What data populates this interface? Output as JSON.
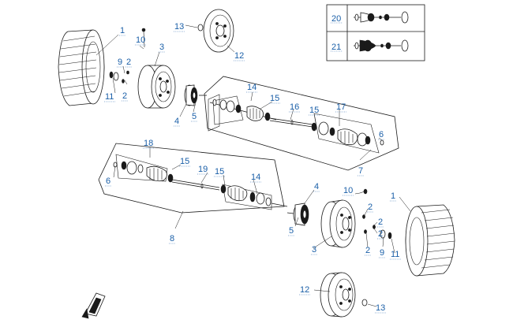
{
  "labels": {
    "l1a": "1",
    "l1b": "1",
    "l2a": "2",
    "l2b": "2",
    "l2c": "2",
    "l2d": "2",
    "l2e": "2",
    "l3a": "3",
    "l3b": "3",
    "l4a": "4",
    "l4b": "4",
    "l5a": "5",
    "l5b": "5",
    "l6a": "6",
    "l6b": "6",
    "l7": "7",
    "l8": "8",
    "l9a": "9",
    "l9b": "9",
    "l10a": "10",
    "l10b": "10",
    "l11a": "11",
    "l11b": "11",
    "l12a": "12",
    "l12b": "12",
    "l13a": "13",
    "l13b": "13",
    "l14a": "14",
    "l14b": "14",
    "l15a": "15",
    "l15b": "15",
    "l15c": "15",
    "l15d": "15",
    "l16": "16",
    "l17": "17",
    "l18": "18",
    "l19": "19"
  },
  "legend": {
    "item20": "20",
    "item21": "21"
  },
  "icons": {
    "direction_arrow": "direction-arrow-icon"
  }
}
